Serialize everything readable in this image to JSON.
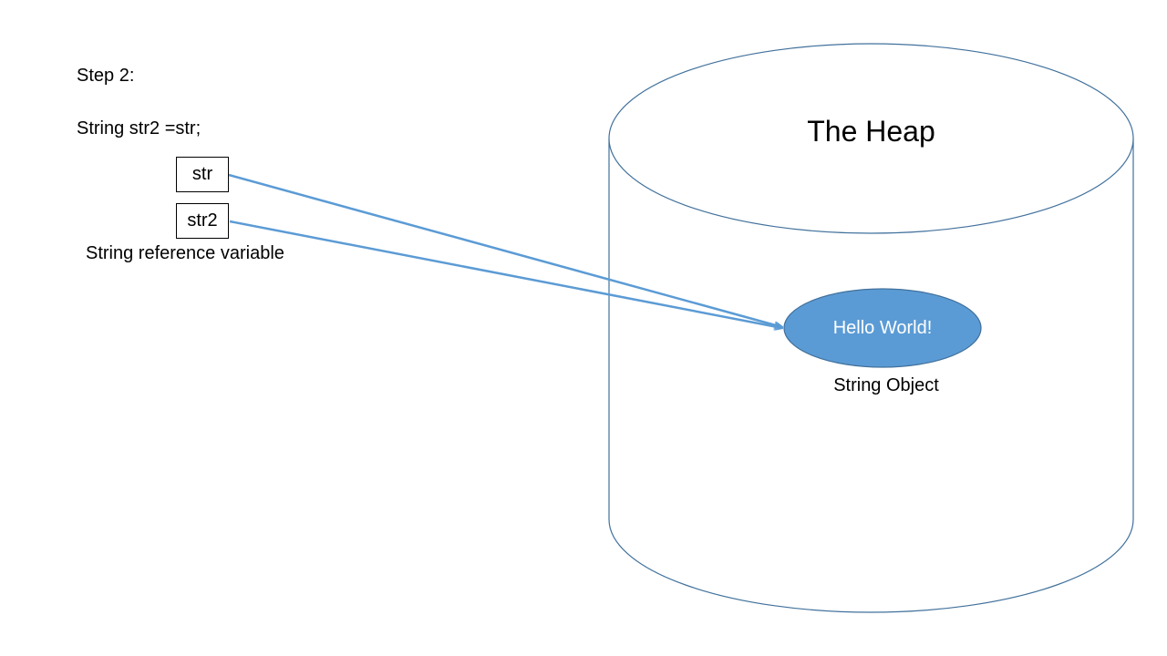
{
  "step_label": "Step 2:",
  "code_line": "String str2 =str;",
  "variables": [
    {
      "name": "str"
    },
    {
      "name": "str2"
    }
  ],
  "variables_caption": "String reference variable",
  "heap": {
    "title": "The Heap",
    "stroke_color": "#41719C"
  },
  "string_object": {
    "value": "Hello World!",
    "caption": "String Object",
    "fill_color": "#5B9BD5",
    "stroke_color": "#41719C"
  },
  "arrow_color": "#5B9BD5"
}
